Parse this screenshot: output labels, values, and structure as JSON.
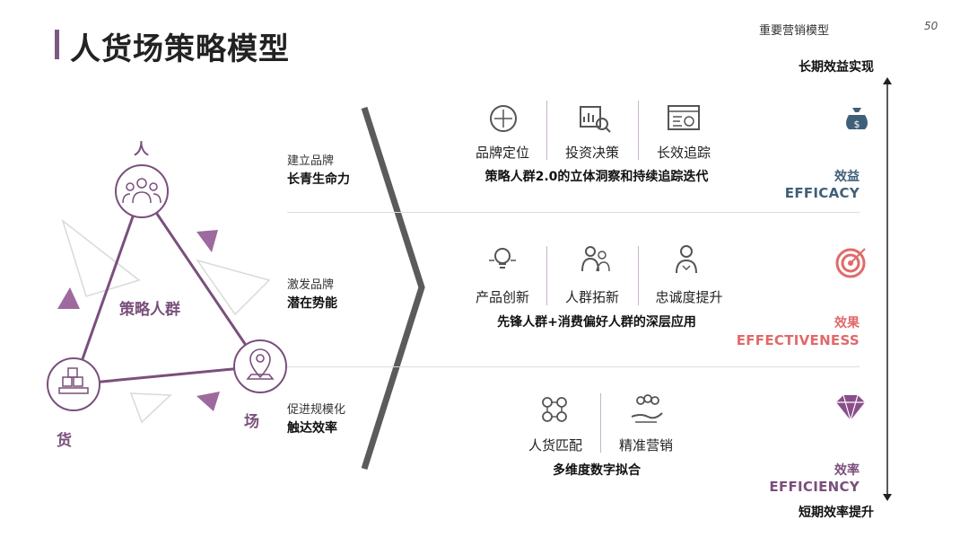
{
  "header": {
    "title": "人货场策略模型",
    "corner_title": "重要营销模型",
    "page_number": "50"
  },
  "triangle": {
    "top": "人",
    "bottom_left": "货",
    "bottom_right": "场",
    "center": "策略人群"
  },
  "rows": [
    {
      "category_line1": "建立品牌",
      "category_line2": "长青生命力",
      "items": [
        "品牌定位",
        "投资决策",
        "长效追踪"
      ],
      "summary": "策略人群2.0的立体洞察和持续追踪迭代",
      "result_cn": "效益",
      "result_en": "EFFICACY"
    },
    {
      "category_line1": "激发品牌",
      "category_line2": "潜在势能",
      "items": [
        "产品创新",
        "人群拓新",
        "忠诚度提升"
      ],
      "summary": "先锋人群+消费偏好人群的深层应用",
      "result_cn": "效果",
      "result_en": "EFFECTIVENESS"
    },
    {
      "category_line1": "促进规模化",
      "category_line2": "触达效率",
      "items": [
        "人货匹配",
        "精准营销"
      ],
      "summary": "多维度数字拟合",
      "result_cn": "效率",
      "result_en": "EFFICIENCY"
    }
  ],
  "axis": {
    "top": "长期效益实现",
    "bottom": "短期效率提升"
  },
  "colors": {
    "accent": "#7a5a82",
    "efficacy": "#3f6079",
    "effectiveness": "#e06a6a",
    "efficiency": "#7a4f7c"
  }
}
